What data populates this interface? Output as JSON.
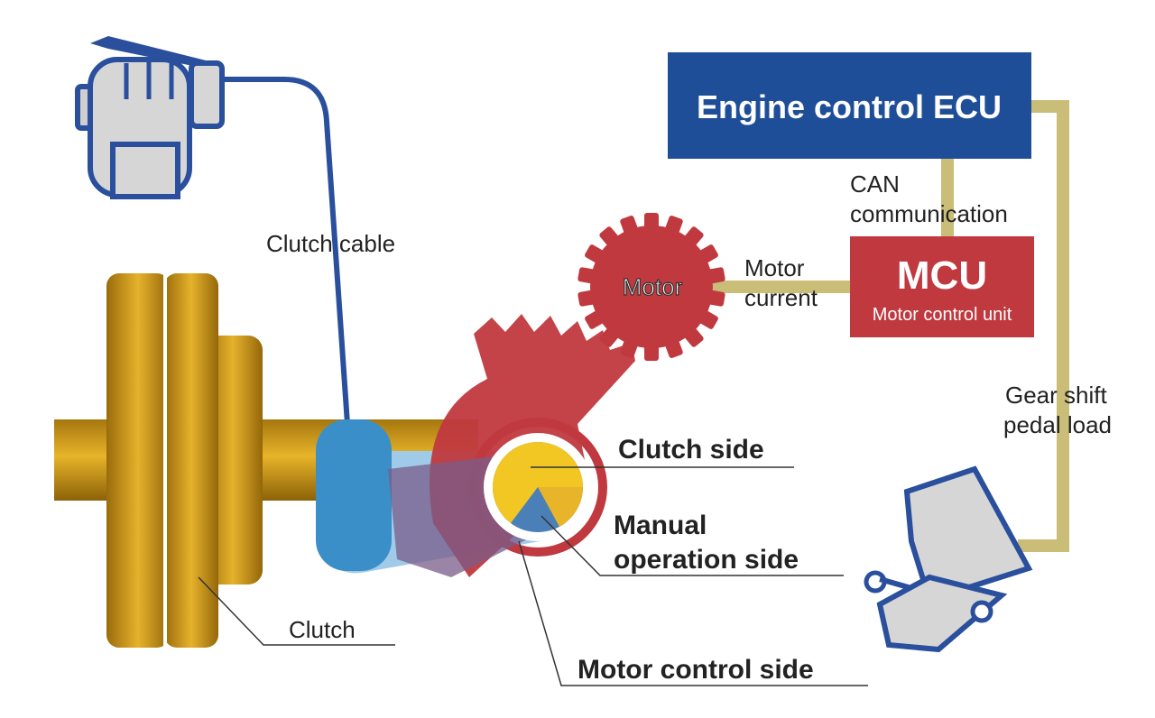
{
  "ecu_box": {
    "title": "Engine control ECU",
    "color": "#1f4e99"
  },
  "mcu_box": {
    "title": "MCU",
    "subtitle": "Motor control unit",
    "color": "#c0393f"
  },
  "motor": {
    "label": "Motor",
    "color": "#c0393f"
  },
  "labels": {
    "can_line1": "CAN",
    "can_line2": "communication",
    "motor_current_line1": "Motor",
    "motor_current_line2": "current",
    "clutch_cable": "Clutch cable",
    "gear_shift_line1": "Gear shift",
    "gear_shift_line2": "pedal load",
    "clutch_side": "Clutch side",
    "manual_line1": "Manual",
    "manual_line2": "operation side",
    "motor_control_side": "Motor control side",
    "clutch": "Clutch"
  },
  "colors": {
    "signal_line": "#c9bd78",
    "cable": "#2a4f9c",
    "clutch_gold": "#c8921a",
    "lever_blue": "#3b8fc9",
    "hand_gray": "#d6d6d6",
    "indicator_yellow": "#f2c623"
  }
}
